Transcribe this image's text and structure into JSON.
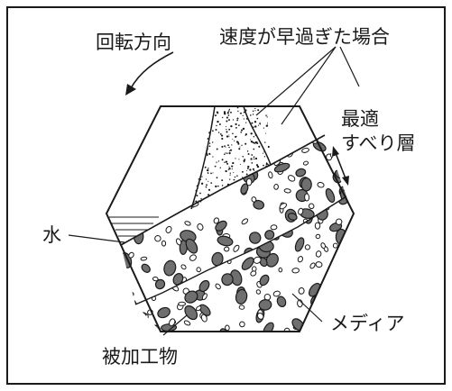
{
  "labels": {
    "rotation_direction": "回転方向",
    "too_fast": "速度が早過ぎた場合",
    "optimal_line1": "最適",
    "optimal_line2": "すべり層",
    "water": "水",
    "media": "メディア",
    "workpiece": "被加工物"
  },
  "colors": {
    "ink": "#1a1a1a",
    "background": "#ffffff",
    "media_fill": "#6f6f6f"
  }
}
